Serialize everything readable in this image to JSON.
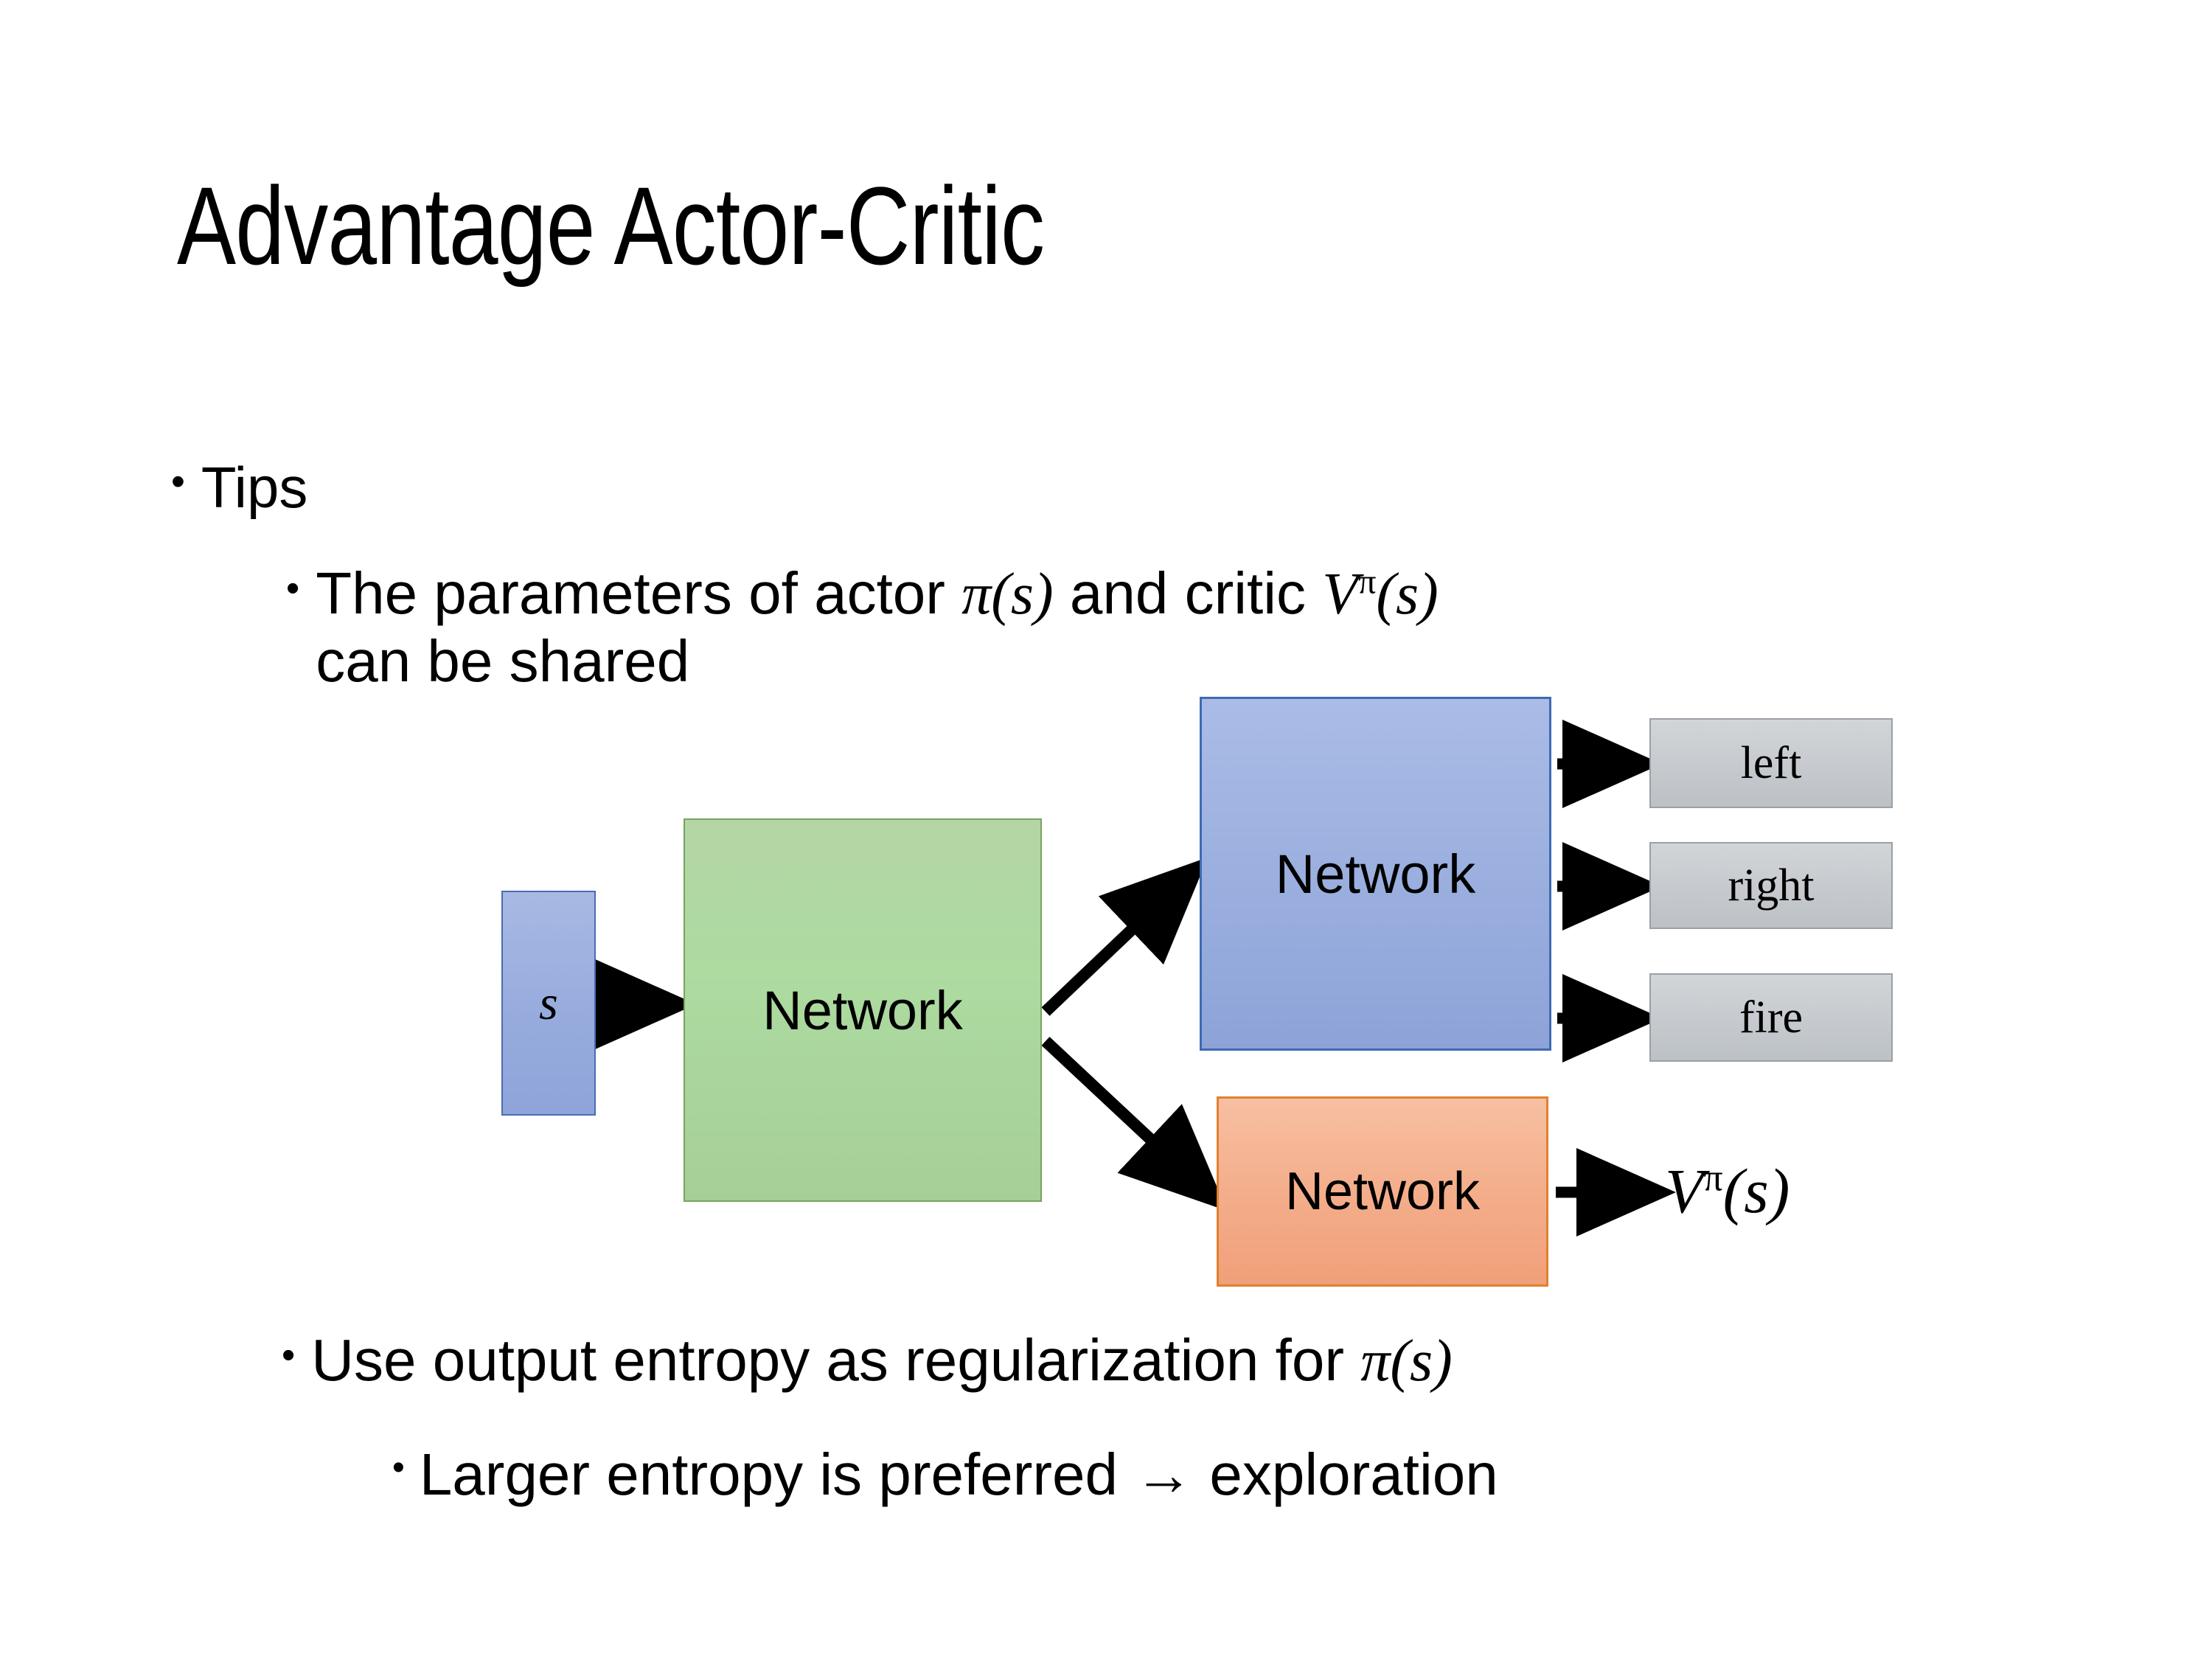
{
  "slide": {
    "title": "Advantage Actor-Critic",
    "background_color": "#ffffff",
    "text_color": "#000000"
  },
  "bullets": {
    "dot": "•",
    "tips": {
      "label": "Tips"
    },
    "params": {
      "text_before_pi": "The parameters of actor ",
      "pi_symbol": "π",
      "pi_arg": "(s)",
      "text_between": "  and critic ",
      "v_symbol": "V",
      "v_superscript": "π",
      "v_arg": "(s)",
      "text_second_line": "can be shared"
    },
    "entropy": {
      "text_before_pi": "Use output entropy as regularization for ",
      "pi_symbol": "π",
      "pi_arg": "(s)"
    },
    "larger": {
      "label": "Larger entropy is preferred → exploration"
    }
  },
  "diagram": {
    "state_box": {
      "label": "s",
      "fill": "#9db1e0",
      "border": "#4a6cb3"
    },
    "shared_network": {
      "label": "Network",
      "fill": "#add29e",
      "border": "#77a35f"
    },
    "actor_network": {
      "label": "Network",
      "fill": "#9db1e0",
      "border": "#3f6ab2"
    },
    "critic_network": {
      "label": "Network",
      "fill": "#f4ae8b",
      "border": "#e0812f"
    },
    "actions": [
      {
        "label": "left",
        "fill": "#c8ccd0",
        "border": "#9aa0a6"
      },
      {
        "label": "right",
        "fill": "#c8ccd0",
        "border": "#9aa0a6"
      },
      {
        "label": "fire",
        "fill": "#c8ccd0",
        "border": "#9aa0a6"
      }
    ],
    "critic_output": {
      "v_symbol": "V",
      "v_superscript": "π",
      "v_arg": "(s)"
    },
    "arrow_color": "#000000"
  }
}
